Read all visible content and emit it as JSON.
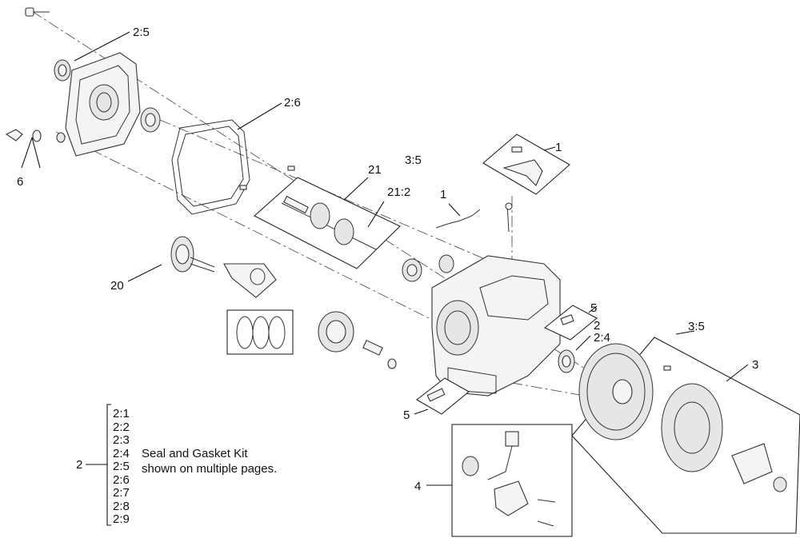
{
  "callouts": {
    "c_2_5": "2:5",
    "c_2_6": "2:6",
    "c_6": "6",
    "c_21": "21",
    "c_21_2": "21:2",
    "c_3_5_top": "3:5",
    "c_1_top": "1",
    "c_1_mid": "1",
    "c_20": "20",
    "c_5_right": "5",
    "c_2": "2",
    "c_2_4": "2:4",
    "c_3_5_right": "3:5",
    "c_3": "3",
    "c_5_left": "5",
    "c_4": "4"
  },
  "legend": {
    "number": "2",
    "items": [
      "2:1",
      "2:2",
      "2:3",
      "2:4",
      "2:5",
      "2:6",
      "2:7",
      "2:8",
      "2:9"
    ],
    "note_line1": "Seal and Gasket Kit",
    "note_line2": "shown on multiple pages."
  }
}
